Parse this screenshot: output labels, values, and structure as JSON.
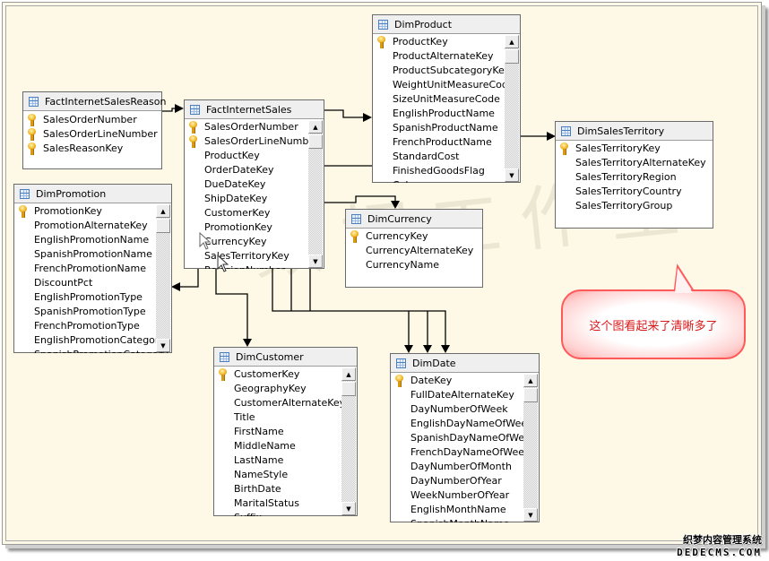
{
  "diagram": {
    "tables": {
      "factInternetSalesReason": {
        "title": "FactInternetSalesReason",
        "columns": [
          {
            "name": "SalesOrderNumber",
            "key": true
          },
          {
            "name": "SalesOrderLineNumber",
            "key": true
          },
          {
            "name": "SalesReasonKey",
            "key": true
          }
        ]
      },
      "factInternetSales": {
        "title": "FactInternetSales",
        "columns": [
          {
            "name": "SalesOrderNumber",
            "key": true
          },
          {
            "name": "SalesOrderLineNumber",
            "key": true
          },
          {
            "name": "ProductKey",
            "key": false
          },
          {
            "name": "OrderDateKey",
            "key": false
          },
          {
            "name": "DueDateKey",
            "key": false
          },
          {
            "name": "ShipDateKey",
            "key": false
          },
          {
            "name": "CustomerKey",
            "key": false
          },
          {
            "name": "PromotionKey",
            "key": false
          },
          {
            "name": "CurrencyKey",
            "key": false
          },
          {
            "name": "SalesTerritoryKey",
            "key": false
          },
          {
            "name": "RevisionNumber",
            "key": false
          }
        ]
      },
      "dimProduct": {
        "title": "DimProduct",
        "columns": [
          {
            "name": "ProductKey",
            "key": true
          },
          {
            "name": "ProductAlternateKey",
            "key": false
          },
          {
            "name": "ProductSubcategoryKey",
            "key": false
          },
          {
            "name": "WeightUnitMeasureCode",
            "key": false
          },
          {
            "name": "SizeUnitMeasureCode",
            "key": false
          },
          {
            "name": "EnglishProductName",
            "key": false
          },
          {
            "name": "SpanishProductName",
            "key": false
          },
          {
            "name": "FrenchProductName",
            "key": false
          },
          {
            "name": "StandardCost",
            "key": false
          },
          {
            "name": "FinishedGoodsFlag",
            "key": false
          },
          {
            "name": "Color",
            "key": false
          }
        ]
      },
      "dimSalesTerritory": {
        "title": "DimSalesTerritory",
        "columns": [
          {
            "name": "SalesTerritoryKey",
            "key": true
          },
          {
            "name": "SalesTerritoryAlternateKey",
            "key": false
          },
          {
            "name": "SalesTerritoryRegion",
            "key": false
          },
          {
            "name": "SalesTerritoryCountry",
            "key": false
          },
          {
            "name": "SalesTerritoryGroup",
            "key": false
          }
        ]
      },
      "dimPromotion": {
        "title": "DimPromotion",
        "columns": [
          {
            "name": "PromotionKey",
            "key": true
          },
          {
            "name": "PromotionAlternateKey",
            "key": false
          },
          {
            "name": "EnglishPromotionName",
            "key": false
          },
          {
            "name": "SpanishPromotionName",
            "key": false
          },
          {
            "name": "FrenchPromotionName",
            "key": false
          },
          {
            "name": "DiscountPct",
            "key": false
          },
          {
            "name": "EnglishPromotionType",
            "key": false
          },
          {
            "name": "SpanishPromotionType",
            "key": false
          },
          {
            "name": "FrenchPromotionType",
            "key": false
          },
          {
            "name": "EnglishPromotionCategory",
            "key": false
          },
          {
            "name": "SpanishPromotionCategory",
            "key": false
          }
        ]
      },
      "dimCurrency": {
        "title": "DimCurrency",
        "columns": [
          {
            "name": "CurrencyKey",
            "key": true
          },
          {
            "name": "CurrencyAlternateKey",
            "key": false
          },
          {
            "name": "CurrencyName",
            "key": false
          }
        ]
      },
      "dimCustomer": {
        "title": "DimCustomer",
        "columns": [
          {
            "name": "CustomerKey",
            "key": true
          },
          {
            "name": "GeographyKey",
            "key": false
          },
          {
            "name": "CustomerAlternateKey",
            "key": false
          },
          {
            "name": "Title",
            "key": false
          },
          {
            "name": "FirstName",
            "key": false
          },
          {
            "name": "MiddleName",
            "key": false
          },
          {
            "name": "LastName",
            "key": false
          },
          {
            "name": "NameStyle",
            "key": false
          },
          {
            "name": "BirthDate",
            "key": false
          },
          {
            "name": "MaritalStatus",
            "key": false
          },
          {
            "name": "Suffix",
            "key": false
          }
        ]
      },
      "dimDate": {
        "title": "DimDate",
        "columns": [
          {
            "name": "DateKey",
            "key": true
          },
          {
            "name": "FullDateAlternateKey",
            "key": false
          },
          {
            "name": "DayNumberOfWeek",
            "key": false
          },
          {
            "name": "EnglishDayNameOfWeek",
            "key": false
          },
          {
            "name": "SpanishDayNameOfWeek",
            "key": false
          },
          {
            "name": "FrenchDayNameOfWeek",
            "key": false
          },
          {
            "name": "DayNumberOfMonth",
            "key": false
          },
          {
            "name": "DayNumberOfYear",
            "key": false
          },
          {
            "name": "WeekNumberOfYear",
            "key": false
          },
          {
            "name": "EnglishMonthName",
            "key": false
          },
          {
            "name": "SpanishMonthName",
            "key": false
          }
        ]
      }
    },
    "relationships": [
      {
        "from": "FactInternetSalesReason",
        "to": "FactInternetSales"
      },
      {
        "from": "FactInternetSales",
        "to": "DimProduct"
      },
      {
        "from": "DimProduct",
        "to": "DimSalesTerritory"
      },
      {
        "from": "FactInternetSales",
        "to": "DimCurrency"
      },
      {
        "from": "FactInternetSales",
        "to": "DimPromotion"
      },
      {
        "from": "FactInternetSales",
        "to": "DimCustomer"
      },
      {
        "from": "FactInternetSales",
        "to": "DimDate",
        "via": "OrderDateKey"
      },
      {
        "from": "FactInternetSales",
        "to": "DimDate",
        "via": "DueDateKey"
      },
      {
        "from": "FactInternetSales",
        "to": "DimDate",
        "via": "ShipDateKey"
      }
    ]
  },
  "callout": {
    "text": "这个图看起来了清晰多了"
  },
  "watermark": {
    "text": "数据工作室"
  },
  "site_mark": {
    "line1": "织梦内容管理系统",
    "line2": "DEDECMS.COM"
  },
  "icons": {
    "table": "table-icon",
    "key": "primary-key-icon",
    "scroll_up": "▲",
    "scroll_down": "▼"
  }
}
